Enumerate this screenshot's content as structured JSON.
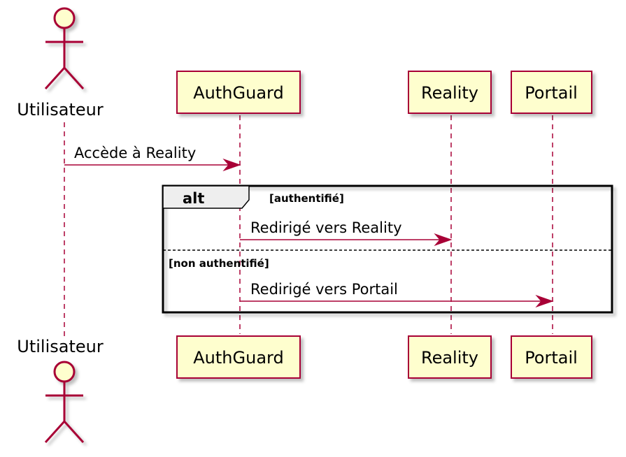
{
  "participants": {
    "user": {
      "name": "Utilisateur",
      "kind": "actor"
    },
    "authguard": {
      "name": "AuthGuard",
      "kind": "participant"
    },
    "reality": {
      "name": "Reality",
      "kind": "participant"
    },
    "portail": {
      "name": "Portail",
      "kind": "participant"
    }
  },
  "messages": {
    "access": "Accède à Reality",
    "to_reality": "Redirigé vers Reality",
    "to_portail": "Redirigé vers Portail"
  },
  "alt_fragment": {
    "keyword": "alt",
    "guard_1": "[authentifié]",
    "guard_2": "[non authentifié]"
  },
  "colors": {
    "participant_fill": "#FEFECE",
    "border": "#A80036",
    "fragment_header": "#EEEEEE"
  },
  "icons": {
    "actor": "stick-figure-icon",
    "arrowhead": "filled-arrowhead-icon"
  }
}
